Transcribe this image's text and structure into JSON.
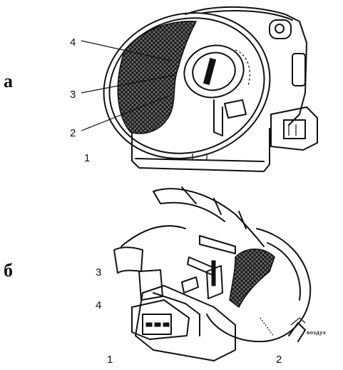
{
  "figure_a": {
    "letter": "а",
    "callouts": [
      "4",
      "3",
      "2",
      "1"
    ]
  },
  "figure_b": {
    "letter": "б",
    "callouts": [
      "3",
      "4",
      "1",
      "2"
    ],
    "arrow_note": "воздух"
  }
}
